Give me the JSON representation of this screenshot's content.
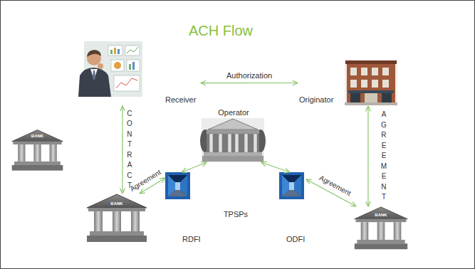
{
  "diagram": {
    "title": "ACH Flow",
    "nodes": [
      {
        "text": [
          "Receiver"
        ]
      },
      {
        "text": [
          "Originator"
        ]
      },
      {
        "text": [
          "Operator"
        ]
      },
      {
        "text": [
          "TPSPs"
        ]
      },
      {
        "text": [
          "RDFI"
        ]
      },
      {
        "text": [
          "ODFI"
        ]
      }
    ],
    "edges": [
      {
        "from": 0,
        "to": 1,
        "label": "Authorization",
        "arrow": "both"
      },
      {
        "from": 0,
        "to": 4,
        "label": "CONTRACT",
        "arrow": "both"
      },
      {
        "from": 4,
        "to": 3,
        "label": "Agreement",
        "arrow": "both"
      },
      {
        "from": 3,
        "to": 2,
        "arrow": "both"
      },
      {
        "from": 2,
        "to": 3,
        "arrow": "both"
      },
      {
        "from": 3,
        "to": 5,
        "label": "Agreement",
        "arrow": "both"
      },
      {
        "from": 1,
        "to": 5,
        "label": "AGREEMENT",
        "arrow": "both"
      }
    ],
    "labels": [
      "BANK",
      "BANK",
      "BANK"
    ]
  }
}
